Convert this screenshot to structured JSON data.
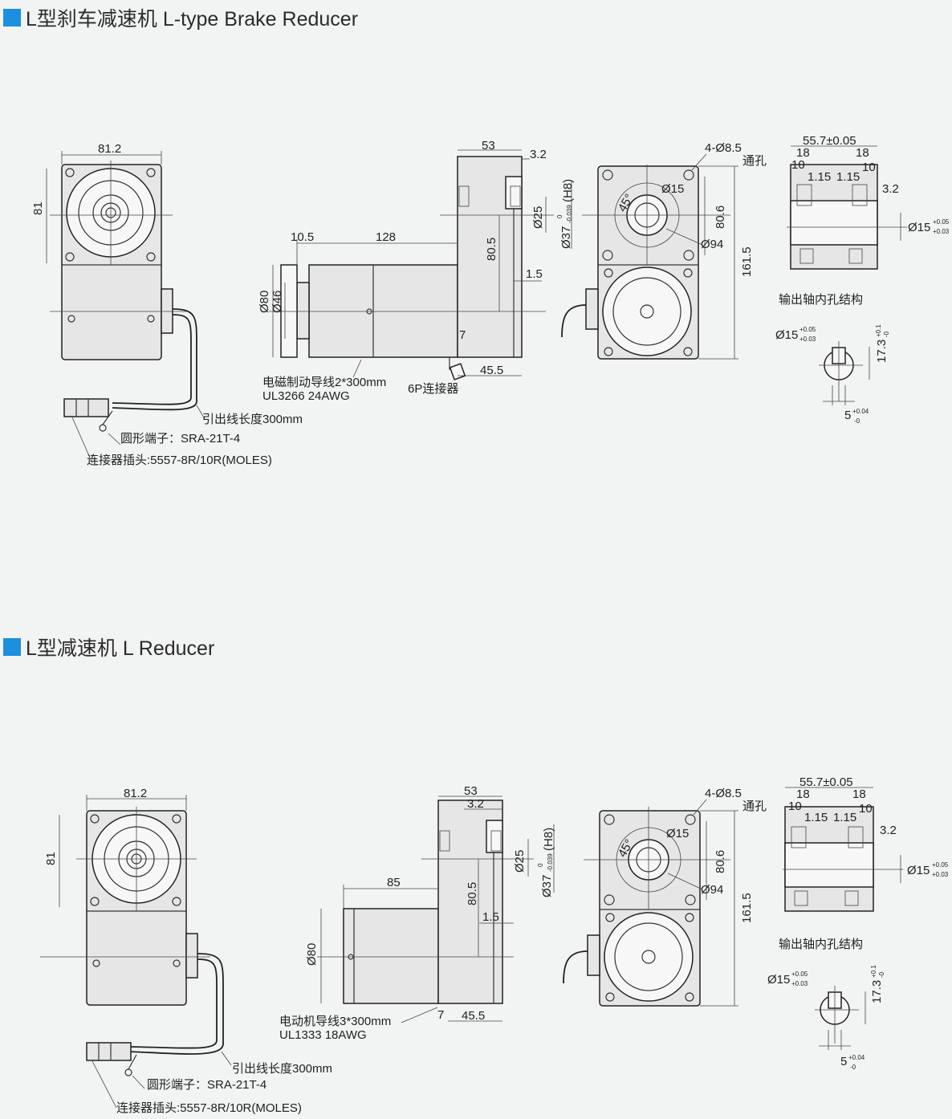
{
  "sections": [
    {
      "title": "L型刹车减速机 L-type Brake Reducer",
      "front": {
        "width": "81.2",
        "height": "81"
      },
      "side": {
        "a": "10.5",
        "b": "128",
        "c": "53",
        "d": "3.2",
        "e": "80.5",
        "f": "1.5",
        "g": "7",
        "h": "45.5",
        "dia1": "Ø80",
        "dia2": "Ø46",
        "shaft": "Ø25",
        "bore": "Ø37",
        "bore_tol": "-0.039",
        "bore_tol_top": "0",
        "bore_fit": "(H8)"
      },
      "end": {
        "holes": "4-Ø8.5",
        "holes_note": "通孔",
        "angle": "45°",
        "d15": "Ø15",
        "d94": "Ø94",
        "h806": "80.6",
        "h1615": "161.5"
      },
      "detail": {
        "top": "55.7±0.05",
        "d18a": "18",
        "d18b": "18",
        "d10a": "10",
        "d10b": "10",
        "d115a": "1.15",
        "d115b": "1.15",
        "d32": "3.2",
        "dia": "Ø15",
        "dia_tol_top": "+0.05",
        "dia_tol_bot": "+0.03",
        "caption": "输出轴内孔结构",
        "key_h": "17.3",
        "key_h_top": "+0.1",
        "key_h_bot": "-0",
        "key_w": "5",
        "key_w_top": "+0.04",
        "key_w_bot": "-0"
      },
      "notes": {
        "lead_a": "电磁制动导线2*300mm",
        "lead_b": "UL3266  24AWG",
        "connector6p": "6P连接器",
        "lead_len": "引出线长度300mm",
        "terminal": "圆形端子：SRA-21T-4",
        "plug": "连接器插头:5557-8R/10R(MOLES)"
      }
    },
    {
      "title": "L型减速机 L Reducer",
      "front": {
        "width": "81.2",
        "height": "81"
      },
      "side": {
        "b": "85",
        "c": "53",
        "d": "3.2",
        "e": "80.5",
        "f": "1.5",
        "g": "7",
        "h": "45.5",
        "dia1": "Ø80",
        "shaft": "Ø25",
        "bore": "Ø37",
        "bore_tol": "-0.039",
        "bore_tol_top": "0",
        "bore_fit": "(H8)"
      },
      "end": {
        "holes": "4-Ø8.5",
        "holes_note": "通孔",
        "angle": "45°",
        "d15": "Ø15",
        "d94": "Ø94",
        "h806": "80.6",
        "h1615": "161.5"
      },
      "detail": {
        "top": "55.7±0.05",
        "d18a": "18",
        "d18b": "18",
        "d10a": "10",
        "d10b": "10",
        "d115a": "1.15",
        "d115b": "1.15",
        "d32": "3.2",
        "dia": "Ø15",
        "dia_tol_top": "+0.05",
        "dia_tol_bot": "+0.03",
        "caption": "输出轴内孔结构",
        "key_h": "17.3",
        "key_h_top": "+0.1",
        "key_h_bot": "-0",
        "key_w": "5",
        "key_w_top": "+0.04",
        "key_w_bot": "-0"
      },
      "notes": {
        "lead_a": "电动机导线3*300mm",
        "lead_b": "UL1333  18AWG",
        "lead_len": "引出线长度300mm",
        "terminal": "圆形端子：SRA-21T-4",
        "plug": "连接器插头:5557-8R/10R(MOLES)"
      }
    }
  ],
  "colors": {
    "accent": "#1d8fe0"
  }
}
